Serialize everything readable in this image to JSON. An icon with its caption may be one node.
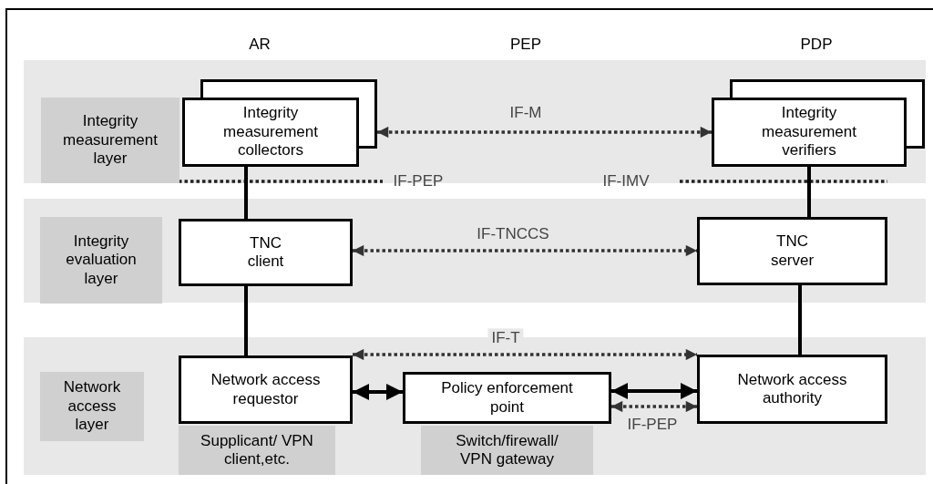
{
  "diagram": {
    "nodes": [
      {
        "text": [
          "Integrity measurement layer"
        ]
      },
      {
        "text": [
          "Integrity measurement collectors"
        ]
      },
      {
        "text": [
          "Integrity measurement verifiers"
        ]
      },
      {
        "text": [
          "Integrity evaluation layer"
        ]
      },
      {
        "text": [
          "TNC client"
        ]
      },
      {
        "text": [
          "TNC server"
        ]
      },
      {
        "text": [
          "Network access layer"
        ]
      },
      {
        "text": [
          "Network access requestor"
        ]
      },
      {
        "text": [
          "Policy enforcement point"
        ]
      },
      {
        "text": [
          "Network access authority"
        ]
      },
      {
        "text": [
          "Supplicant/ VPN client,etc."
        ]
      },
      {
        "text": [
          "Switch/firewall/ VPN gateway"
        ]
      }
    ],
    "edges": [
      {
        "from": 1,
        "to": 2,
        "arrow": "both",
        "label": "IF-M",
        "style": "dashed"
      },
      {
        "from": 1,
        "to": 4,
        "arrow": "none"
      },
      {
        "from": 2,
        "to": 5,
        "arrow": "none"
      },
      {
        "from": 4,
        "to": 5,
        "arrow": "both",
        "label": "IF-TNCCS",
        "style": "dashed"
      },
      {
        "from": 4,
        "to": 7,
        "arrow": "none"
      },
      {
        "from": 5,
        "to": 9,
        "arrow": "none"
      },
      {
        "from": 7,
        "to": 9,
        "arrow": "both",
        "label": "IF-T",
        "style": "dashed"
      },
      {
        "from": 7,
        "to": 8,
        "arrow": "both"
      },
      {
        "from": 8,
        "to": 9,
        "arrow": "both"
      },
      {
        "from": 8,
        "to": 9,
        "arrow": "both",
        "label": "IF-PEP",
        "style": "dashed"
      }
    ],
    "labels": [
      "AR",
      "PEP",
      "PDP",
      "IF-PEP",
      "IF-IMV"
    ]
  }
}
